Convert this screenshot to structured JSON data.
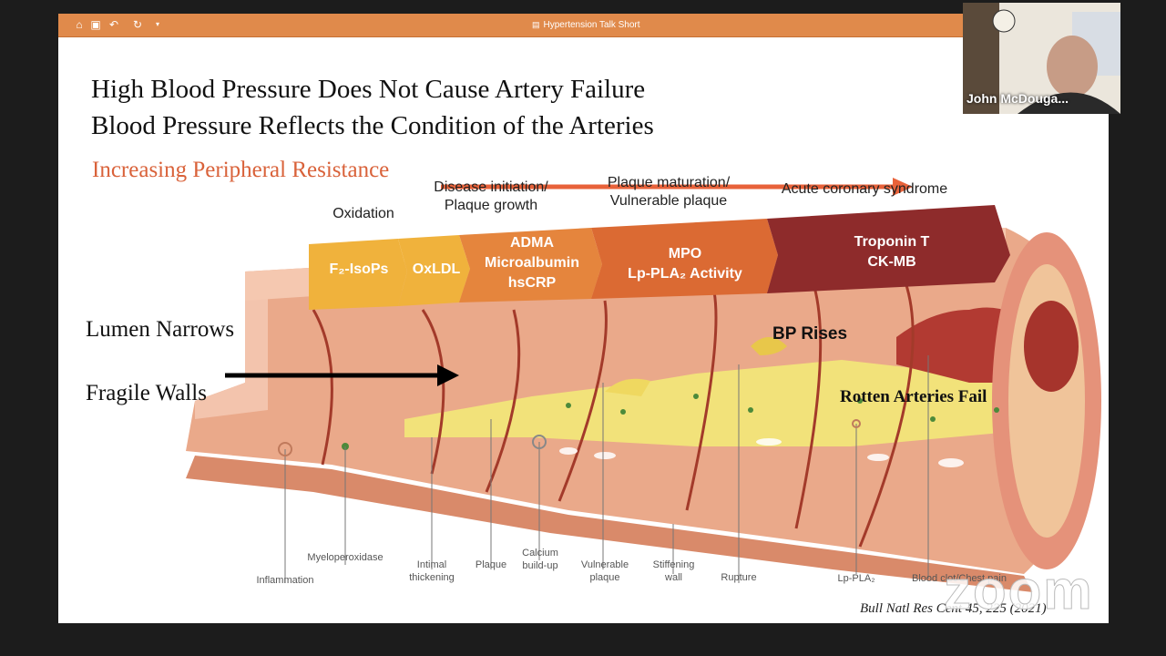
{
  "app": {
    "doc_title": "Hypertension Talk Short",
    "toolbar_icons": [
      "home-icon",
      "save-icon",
      "undo-icon",
      "redo-icon",
      "dropdown-icon"
    ]
  },
  "slide": {
    "title_line1": "High Blood Pressure Does Not Cause Artery Failure",
    "title_line2": "Blood Pressure Reflects the Condition of the Arteries",
    "resistance_label": "Increasing Peripheral Resistance",
    "lumen_label": "Lumen Narrows",
    "fragile_label": "Fragile Walls",
    "bp_rises": "BP Rises",
    "rotten_label": "Rotten Arteries Fail",
    "citation": "Bull Natl Res Cent 45, 225 (2021)",
    "stages": [
      {
        "header": "Oxidation",
        "box": "F₂-IsoPs"
      },
      {
        "header": "",
        "box": "OxLDL"
      },
      {
        "header": "Disease initiation/\nPlaque growth",
        "box": "ADMA\nMicroalbumin\nhsCRP"
      },
      {
        "header": "Plaque maturation/\nVulnerable plaque",
        "box": "MPO\nLp-PLA₂ Activity"
      },
      {
        "header": "Acute coronary syndrome",
        "box": "Troponin T\nCK-MB"
      }
    ],
    "callouts": [
      "Inflammation",
      "Myeloperoxidase",
      "Intimal\nthickening",
      "Plaque",
      "Calcium\nbuild-up",
      "Vulnerable\nplaque",
      "Stiffening\nwall",
      "Rupture",
      "Lp-PLA₂",
      "Blood clot/Chest pain"
    ],
    "colors": {
      "toolbar": "#e08a4b",
      "resistance": "#d9623a",
      "box_oxidation": "#f0b23c",
      "box_adma": "#e5853d",
      "box_mpo": "#db6a33",
      "box_troponin": "#8e2b2b",
      "plaque_yellow": "#f2e27a",
      "artery_pink": "#e9a88a"
    }
  },
  "watermark": "zoom",
  "video": {
    "participant_name": "John McDouga..."
  }
}
